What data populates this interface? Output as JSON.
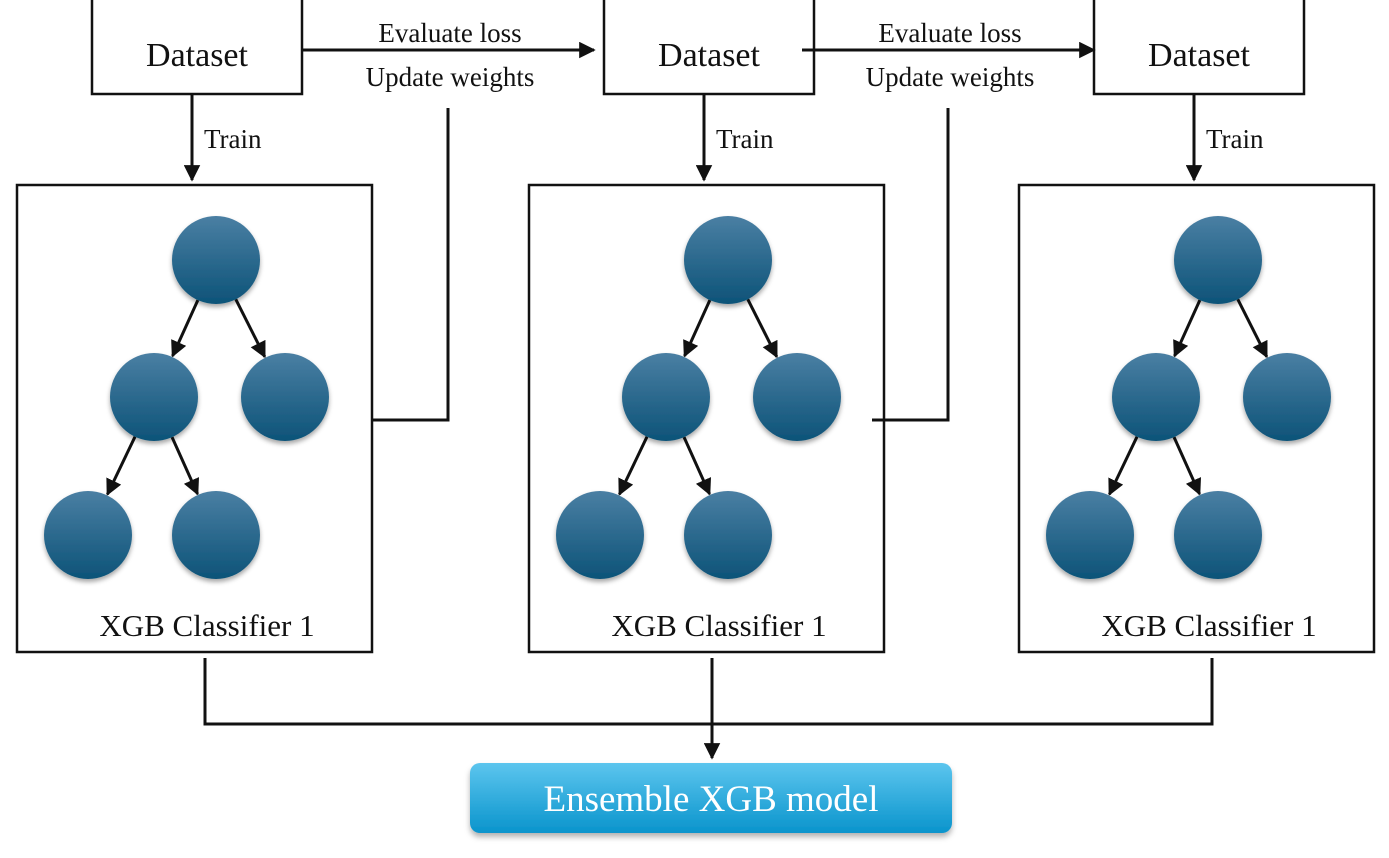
{
  "diagram": {
    "stages": [
      {
        "dataset_label": "Dataset",
        "train_label": "Train",
        "classifier_label": "XGB Classifier 1"
      },
      {
        "dataset_label": "Dataset",
        "train_label": "Train",
        "classifier_label": "XGB Classifier 1"
      },
      {
        "dataset_label": "Dataset",
        "train_label": "Train",
        "classifier_label": "XGB Classifier 1"
      }
    ],
    "feedback_edges": [
      {
        "line1": "Evaluate loss",
        "line2": "Update weights"
      },
      {
        "line1": "Evaluate loss",
        "line2": "Update weights"
      }
    ],
    "ensemble_label": "Ensemble XGB model",
    "colors": {
      "node_top": "#4a7fa3",
      "node_bottom": "#0d5378",
      "ensemble_top": "#5cc5ee",
      "ensemble_bottom": "#0a94cc",
      "stroke": "#111111"
    }
  }
}
